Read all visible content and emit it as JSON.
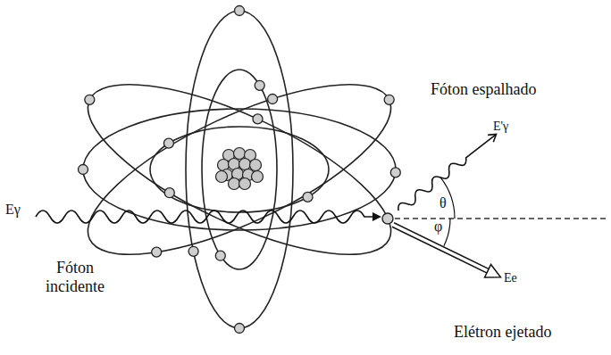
{
  "diagram": {
    "labels": [
      "Fóton espalhado",
      "E'γ",
      "θ",
      "Eγ",
      "φ",
      "Fóton incidente",
      "Ee",
      "Elétron ejetado"
    ]
  }
}
